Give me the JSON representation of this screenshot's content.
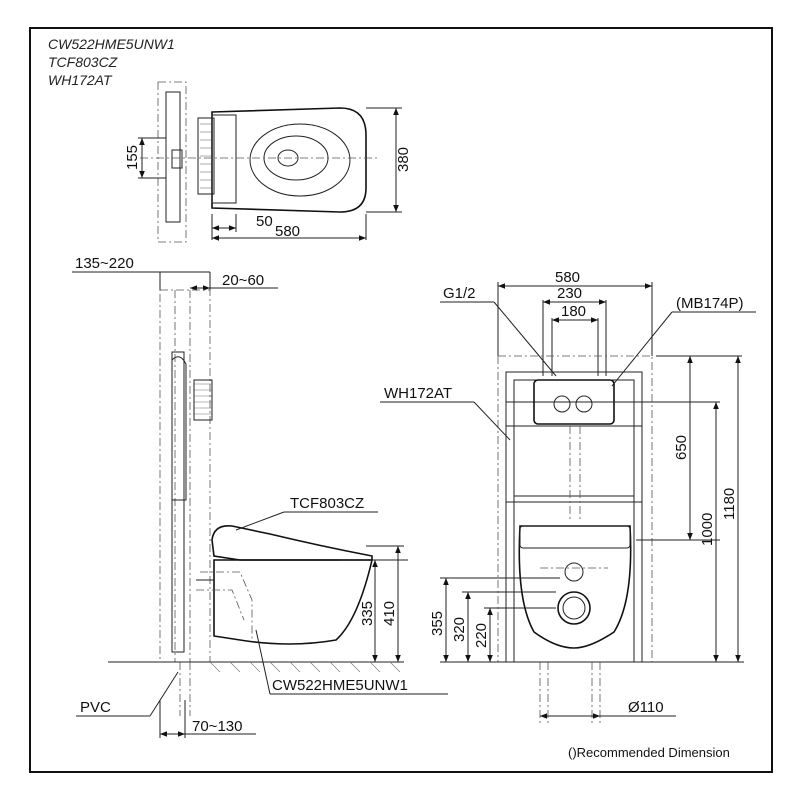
{
  "header": {
    "models": [
      "CW522HME5UNW1",
      "TCF803CZ",
      "WH172AT"
    ]
  },
  "top_view": {
    "dim_155": "155",
    "dim_380": "380",
    "dim_50": "50",
    "dim_580": "580"
  },
  "side_view": {
    "dim_135_220": "135~220",
    "dim_20_60": "20~60",
    "label_seat": "TCF803CZ",
    "dim_335": "335",
    "dim_410": "410",
    "label_pvc": "PVC",
    "dim_70_130": "70~130",
    "label_bowl": "CW522HME5UNW1"
  },
  "front_view": {
    "dim_580": "580",
    "dim_230": "230",
    "dim_180": "180",
    "label_g12": "G1/2",
    "label_mb174p": "(MB174P)",
    "label_wh172at": "WH172AT",
    "dim_650": "650",
    "dim_1000": "1000",
    "dim_1180": "1180",
    "dim_355": "355",
    "dim_320": "320",
    "dim_220": "220",
    "dim_110": "Ø110"
  },
  "footer": {
    "note": "()Recommended Dimension"
  }
}
